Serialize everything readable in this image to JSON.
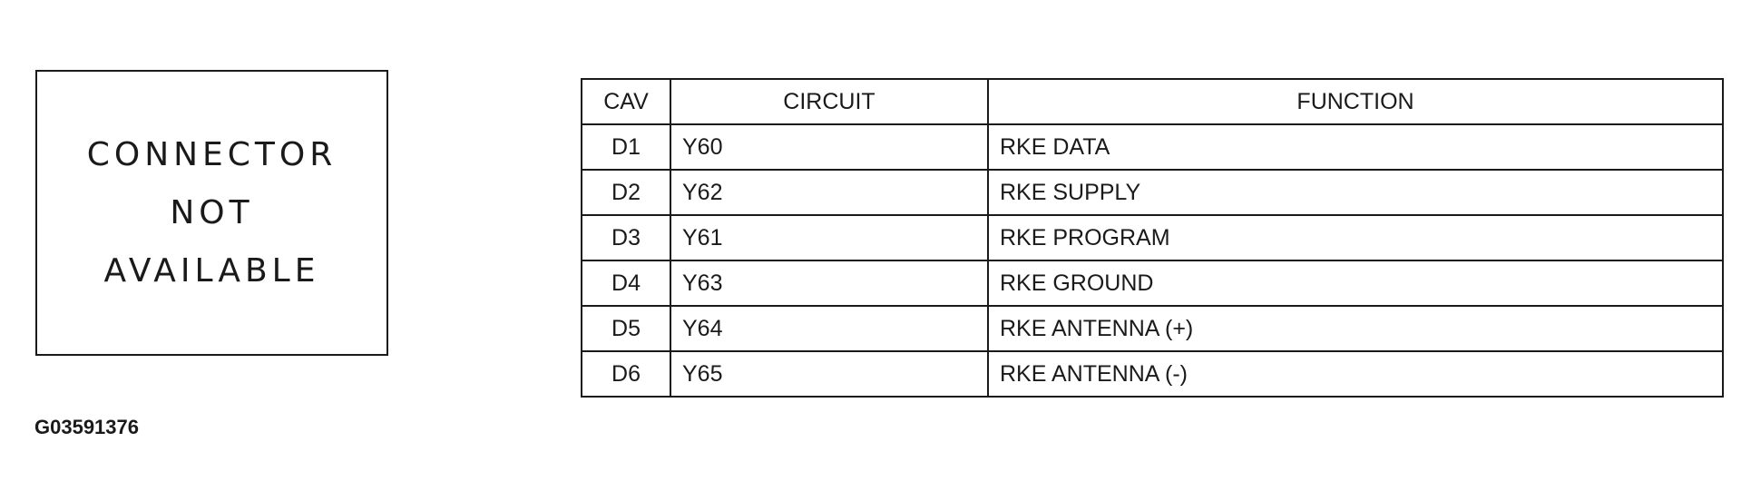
{
  "connector_box": {
    "lines": [
      "CONNECTOR",
      "NOT",
      "AVAILABLE"
    ]
  },
  "figure_id": "G03591376",
  "table": {
    "headers": {
      "cav": "CAV",
      "circuit": "CIRCUIT",
      "function": "FUNCTION"
    },
    "rows": [
      {
        "cav": "D1",
        "circuit": "Y60",
        "function": "RKE DATA"
      },
      {
        "cav": "D2",
        "circuit": "Y62",
        "function": "RKE SUPPLY"
      },
      {
        "cav": "D3",
        "circuit": "Y61",
        "function": "RKE PROGRAM"
      },
      {
        "cav": "D4",
        "circuit": "Y63",
        "function": "RKE GROUND"
      },
      {
        "cav": "D5",
        "circuit": "Y64",
        "function": "RKE ANTENNA (+)"
      },
      {
        "cav": "D6",
        "circuit": "Y65",
        "function": "RKE ANTENNA (-)"
      }
    ]
  }
}
